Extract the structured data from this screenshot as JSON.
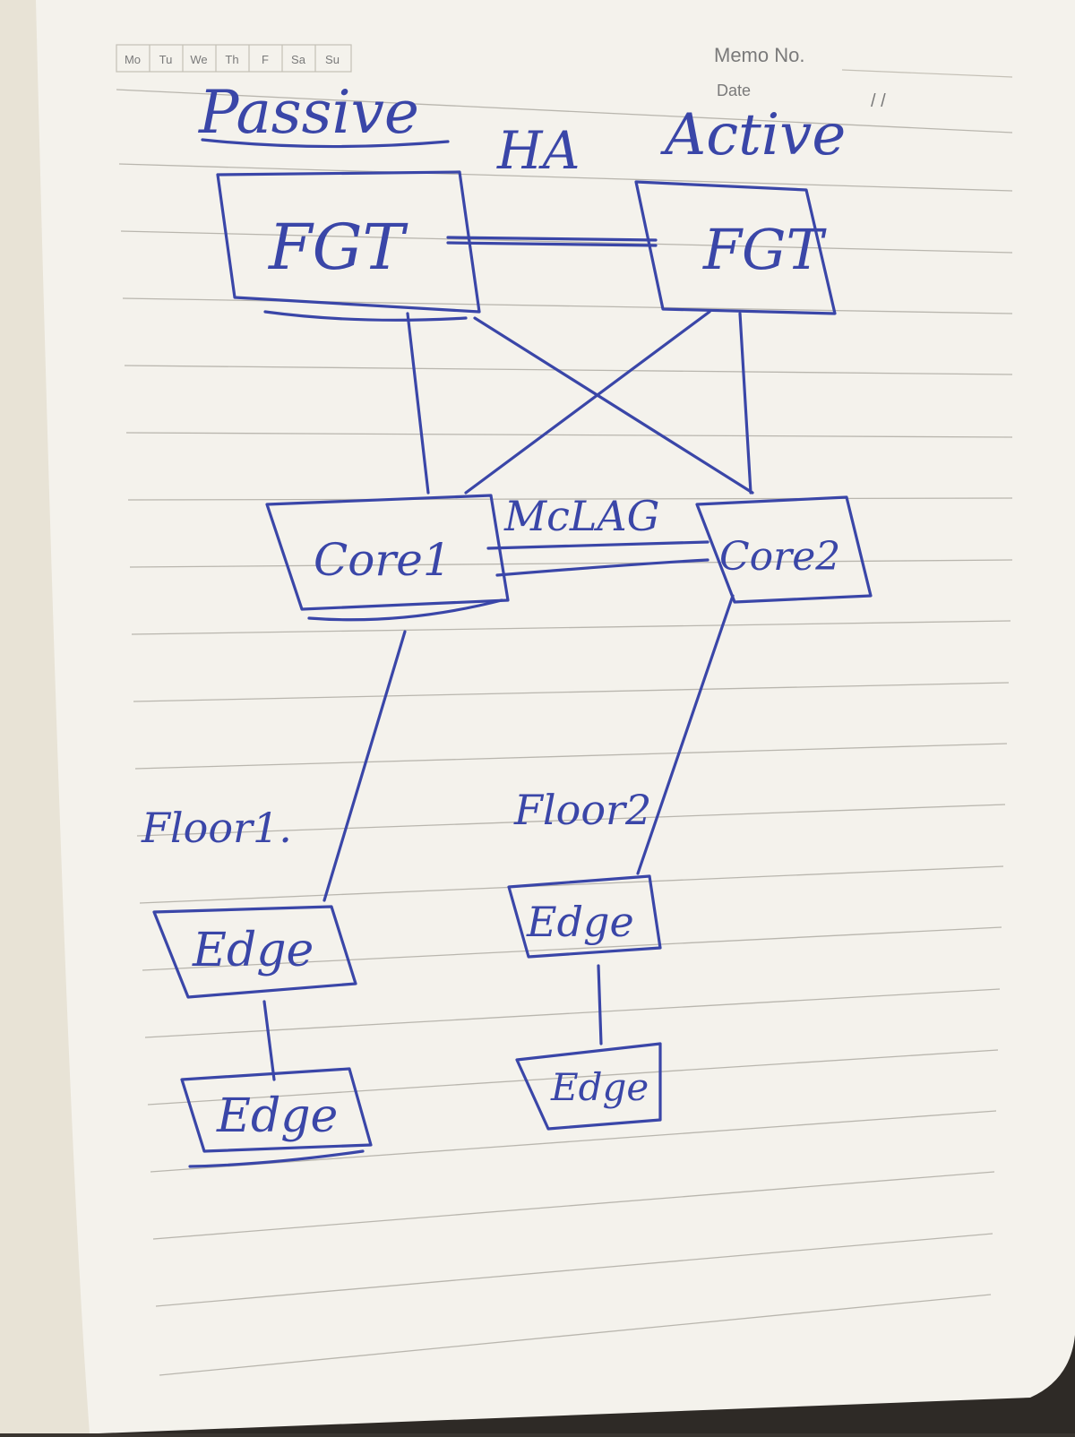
{
  "weekdays": [
    "Mo",
    "Tu",
    "We",
    "Th",
    "F",
    "Sa",
    "Su"
  ],
  "memo_label": "Memo No.",
  "date_label": "Date",
  "date_slashes": "/          /",
  "diagram": {
    "passive_label": "Passive",
    "ha_label": "HA",
    "active_label": "Active",
    "fgt_left": "FGT",
    "fgt_right": "FGT",
    "mclag_label": "McLAG",
    "core1": "Core1",
    "core2": "Core2",
    "floor1_label": "Floor1.",
    "floor2_label": "Floor2",
    "edge_f1_top": "Edge",
    "edge_f1_bottom": "Edge",
    "edge_f2_top": "Edge",
    "edge_f2_bottom": "Edge"
  },
  "colors": {
    "ink": "#3a46a8",
    "paper": "#f4f2ec",
    "rule": "#b9b6ae"
  }
}
